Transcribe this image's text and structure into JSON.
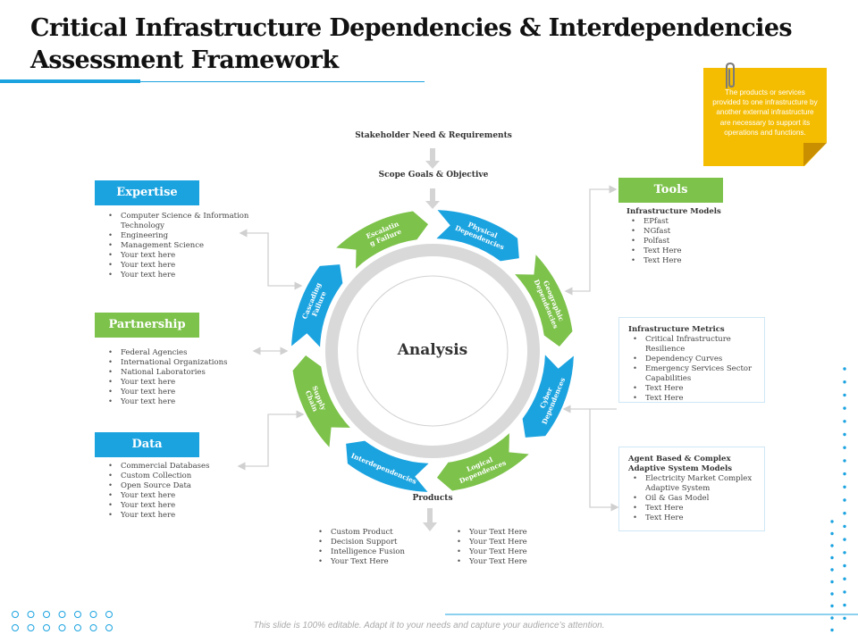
{
  "title": "Critical Infrastructure Dependencies & Interdependencies Assessment Framework",
  "note": "The products or services provided to one infrastructure by another external infrastructure are necessary to support its operations and functions.",
  "flow": {
    "stakeholder": "Stakeholder Need & Requirements",
    "scope": "Scope Goals & Objective",
    "products": "Products",
    "center": "Analysis"
  },
  "segments": [
    {
      "text": "Physical Dependencies",
      "color": "#1ba3e0"
    },
    {
      "text": "Geographic Dependencies",
      "color": "#7dc24b"
    },
    {
      "text": "Cyber Dependences",
      "color": "#1ba3e0"
    },
    {
      "text": "Logical Dependences",
      "color": "#7dc24b"
    },
    {
      "text": "Interdependencies",
      "color": "#1ba3e0"
    },
    {
      "text": "Supply Chain",
      "color": "#7dc24b"
    },
    {
      "text": "Cascading Failure",
      "color": "#1ba3e0"
    },
    {
      "text": "Escalatin g Failure",
      "color": "#7dc24b"
    }
  ],
  "expertise": {
    "label": "Expertise",
    "items": [
      "Computer Science & Information Technology",
      "Engineering",
      "Management  Science",
      "Your text  here",
      "Your text  here",
      "Your text  here"
    ]
  },
  "partnership": {
    "label": "Partnership",
    "items": [
      "Federal Agencies",
      "International Organizations",
      "National Laboratories",
      "Your text here",
      "Your text here",
      "Your text here"
    ]
  },
  "data_box": {
    "label": "Data",
    "items": [
      "Commercial Databases",
      "Custom Collection",
      "Open Source Data",
      "Your text here",
      "Your text here",
      "Your text here"
    ]
  },
  "tools": {
    "label": "Tools",
    "models": {
      "title": "Infrastructure  Models",
      "items": [
        "EPfast",
        "NGfast",
        "Polfast",
        "Text Here",
        "Text Here"
      ]
    },
    "metrics": {
      "title": "Infrastructure  Metrics",
      "items": [
        "Critical Infrastructure Resilience",
        "Dependency  Curves",
        "Emergency  Services Sector Capabilities",
        "Text Here",
        "Text Here"
      ]
    },
    "agent": {
      "title": "Agent Based & Complex Adaptive System Models",
      "items": [
        "Electricity Market Complex Adaptive System",
        "Oil & Gas Model",
        "Text Here",
        "Text Here"
      ]
    }
  },
  "products_left": [
    "Custom Product",
    "Decision Support",
    "Intelligence  Fusion",
    "Your Text Here"
  ],
  "products_right": [
    "Your Text Here",
    "Your Text Here",
    "Your Text Here",
    "Your Text Here"
  ],
  "footer": "This slide is 100% editable. Adapt it to your needs and capture your audience’s attention.",
  "colors": {
    "blue": "#1ba3e0",
    "green": "#7dc24b",
    "note": "#f5bd02"
  }
}
